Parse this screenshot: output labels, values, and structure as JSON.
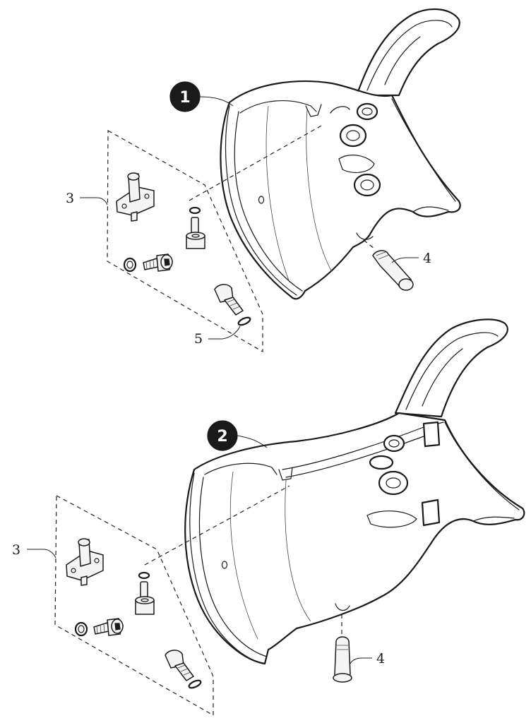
{
  "figure_1": {
    "badge": "1",
    "callouts": {
      "bracket": "3",
      "valve": "4",
      "screw": "5"
    }
  },
  "figure_2": {
    "badge": "2",
    "callouts": {
      "bracket": "3",
      "valve": "4"
    }
  },
  "colors": {
    "ink": "#1a1a1a",
    "badge_fill": "#1a1a1a",
    "background": "#ffffff"
  }
}
